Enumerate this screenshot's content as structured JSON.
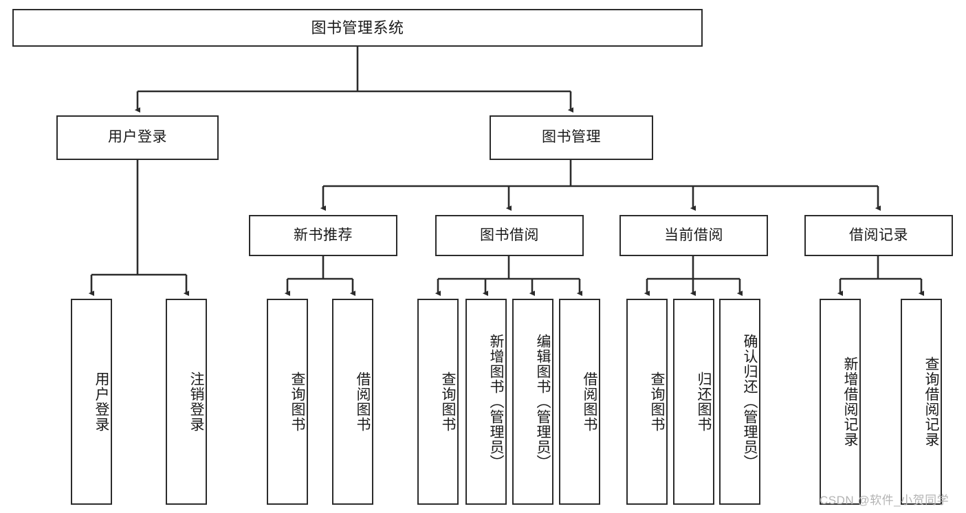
{
  "diagram": {
    "title": "图书管理系统",
    "type": "tree-hierarchy-chart",
    "watermark": "CSDN @软件_小贺同学",
    "colors": {
      "stroke": "#2b2b2b",
      "fill": "#ffffff",
      "text": "#1a1a1a",
      "watermark": "#b3b3b3"
    },
    "levels": {
      "root": {
        "label": "图书管理系统"
      },
      "level2": [
        {
          "id": "user-login",
          "label": "用户登录"
        },
        {
          "id": "book-manage",
          "label": "图书管理"
        }
      ],
      "level3": [
        {
          "id": "new-book-recommend",
          "label": "新书推荐"
        },
        {
          "id": "book-borrow",
          "label": "图书借阅"
        },
        {
          "id": "current-borrow",
          "label": "当前借阅"
        },
        {
          "id": "borrow-record",
          "label": "借阅记录"
        }
      ],
      "leaves": {
        "user_login": [
          {
            "id": "leaf-user-login",
            "label": "用户登录"
          },
          {
            "id": "leaf-logout-login",
            "label": "注销登录"
          }
        ],
        "new_book_recommend": [
          {
            "id": "leaf-query-book-1",
            "label": "查询图书"
          },
          {
            "id": "leaf-borrow-book-1",
            "label": "借阅图书"
          }
        ],
        "book_borrow": [
          {
            "id": "leaf-query-book-2",
            "label": "查询图书"
          },
          {
            "id": "leaf-add-book",
            "label": "新增图书（管理员）"
          },
          {
            "id": "leaf-edit-book",
            "label": "编辑图书（管理员）"
          },
          {
            "id": "leaf-borrow-book-2",
            "label": "借阅图书"
          }
        ],
        "current_borrow": [
          {
            "id": "leaf-query-book-3",
            "label": "查询图书"
          },
          {
            "id": "leaf-return-book",
            "label": "归还图书"
          },
          {
            "id": "leaf-confirm-return",
            "label": "确认归还（管理员）"
          }
        ],
        "borrow_record": [
          {
            "id": "leaf-add-record",
            "label": "新增借阅记录"
          },
          {
            "id": "leaf-query-record",
            "label": "查询借阅记录"
          }
        ]
      }
    }
  }
}
